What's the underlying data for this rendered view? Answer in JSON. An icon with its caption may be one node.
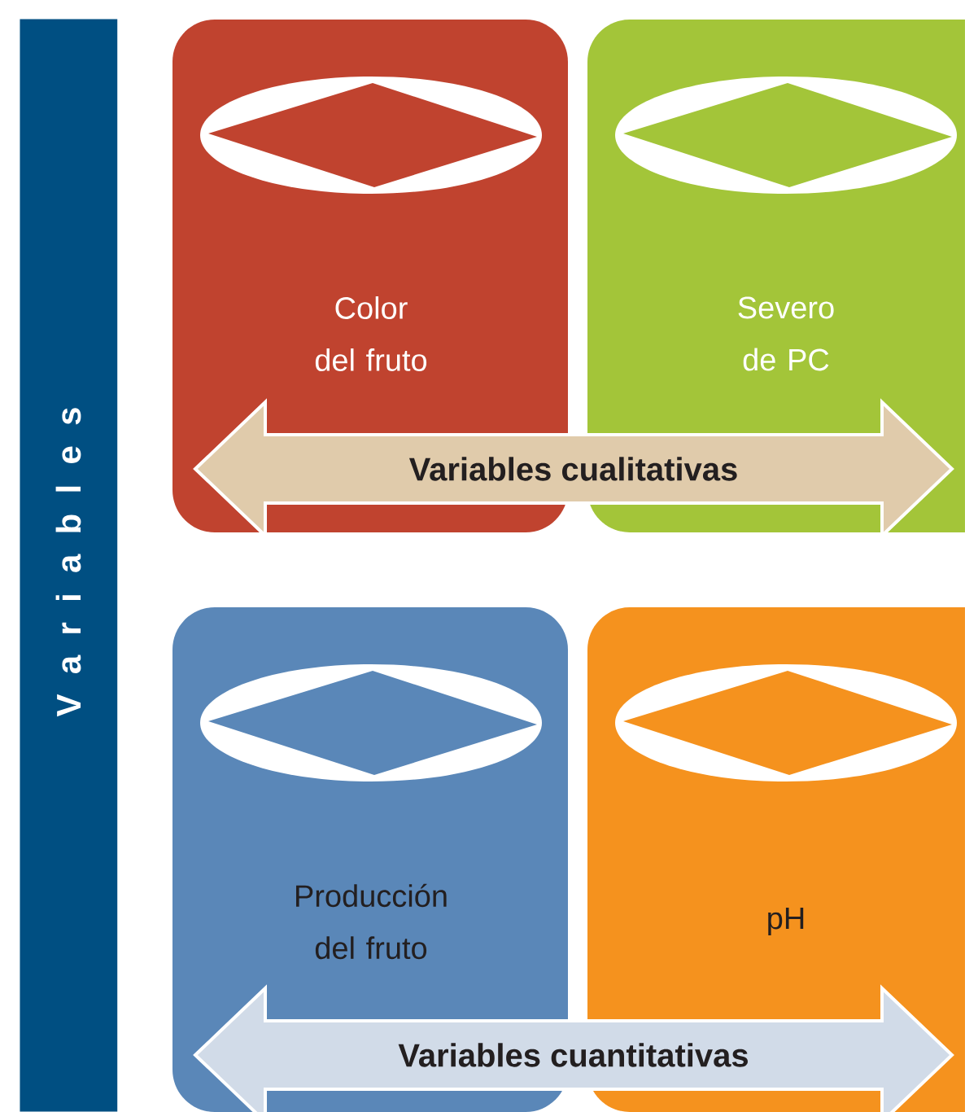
{
  "diagram": {
    "nodes": [
      {
        "text": [
          "V a r i a b l e s"
        ]
      },
      {
        "text": [
          "Color del fruto"
        ]
      },
      {
        "text": [
          "Severo de PC"
        ]
      },
      {
        "text": [
          "Variables cualitativas"
        ]
      },
      {
        "text": [
          "Producción del fruto"
        ]
      },
      {
        "text": [
          "pH"
        ]
      },
      {
        "text": [
          "Variables cuantitativas"
        ]
      }
    ]
  }
}
